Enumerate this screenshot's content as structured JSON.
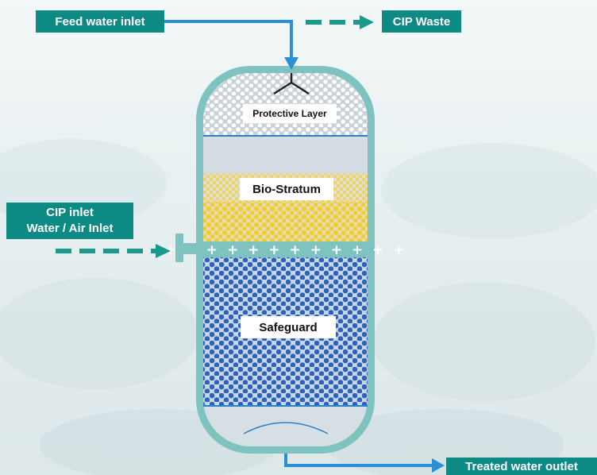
{
  "labels": {
    "feed_water_inlet": "Feed water inlet",
    "cip_waste": "CIP Waste",
    "cip_inlet_line1": "CIP inlet",
    "cip_inlet_line2": "Water / Air Inlet",
    "treated_water_outlet": "Treated water outlet"
  },
  "layers": {
    "protective": "Protective Layer",
    "bio": "Bio-Stratum",
    "safeguard": "Safeguard"
  },
  "colors": {
    "tag_teal": "#0e8a84",
    "vessel_shell": "#7fc3c0",
    "flow_arrow_blue": "#2b8fd6",
    "cip_arrow_teal": "#1a9a8c",
    "bio_media_yellow": "#f2cc2c",
    "safeguard_media_blue": "#2d63b8"
  }
}
